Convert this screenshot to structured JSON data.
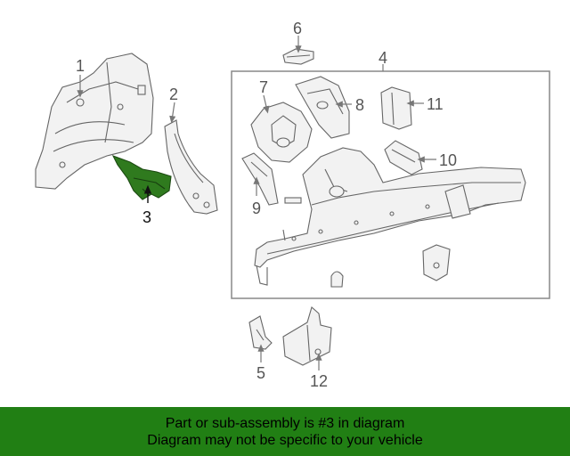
{
  "diagram": {
    "callouts": [
      "1",
      "2",
      "3",
      "4",
      "5",
      "6",
      "7",
      "8",
      "9",
      "10",
      "11",
      "12"
    ],
    "highlighted_part": "3",
    "highlight_color": "#2f7a1e",
    "line_color": "#777777"
  },
  "banner": {
    "line1": "Part or sub-assembly is #3 in diagram",
    "line2": "Diagram may not be specific to your vehicle",
    "background": "#217f14"
  }
}
